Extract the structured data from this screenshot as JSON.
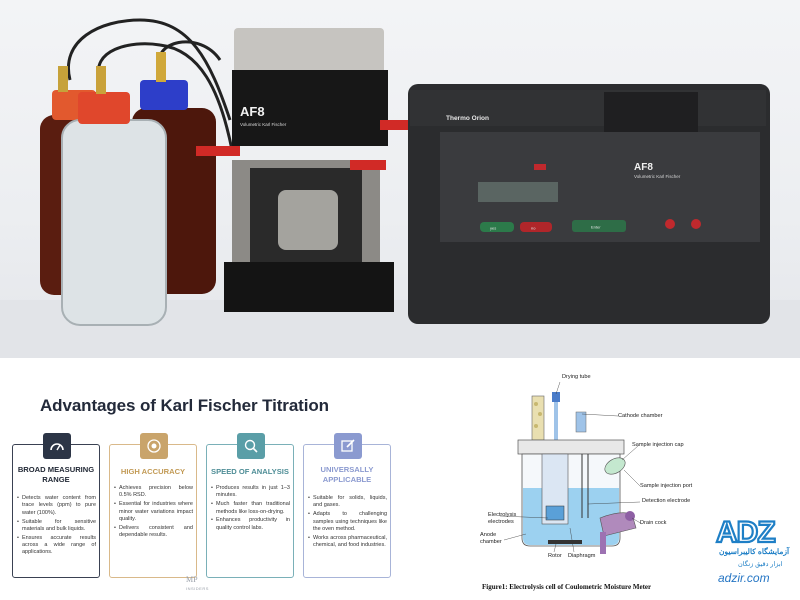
{
  "photo": {
    "instrument_label": "AF8",
    "instrument_sublabel": "Volumetric Karl Fischer",
    "brand": "Thermo Orion",
    "controller_label": "AF8",
    "controller_sublabel": "Volumetric Karl Fischer",
    "key_yes": "yes",
    "key_no": "no",
    "key_enter": "Enter"
  },
  "infographic": {
    "title": "Advantages of Karl Fischer Titration",
    "cards": [
      {
        "icon": "gauge-icon",
        "title": "BROAD MEASURING RANGE",
        "bullets": [
          "Detects water content from trace levels (ppm) to pure water (100%).",
          "Suitable for sensitive materials and bulk liquids.",
          "Ensures accurate results across a wide range of applications."
        ]
      },
      {
        "icon": "target-icon",
        "title": "HIGH ACCURACY",
        "bullets": [
          "Achieves precision below 0.5% RSD.",
          "Essential for industries where minor water variations impact quality.",
          "Delivers consistent and dependable results."
        ]
      },
      {
        "icon": "magnifier-icon",
        "title": "SPEED OF ANALYSIS",
        "bullets": [
          "Produces results in just 1–3 minutes.",
          "Much faster than traditional methods like loss-on-drying.",
          "Enhances productivity in quality control labs."
        ]
      },
      {
        "icon": "edit-icon",
        "title": "UNIVERSALLY APPLICABLE",
        "bullets": [
          "Suitable for solids, liquids, and gases.",
          "Adapts to challenging samples using techniques like the oven method.",
          "Works across pharmaceutical, chemical, and food industries."
        ]
      }
    ],
    "watermark": "MP",
    "watermark_sub": "INSIDERS"
  },
  "diagram": {
    "labels": {
      "drying_tube": "Drying tube",
      "cathode_chamber": "Cathode chamber",
      "sample_injection_cap": "Sample injection cap",
      "sample_injection_port": "Sample injection port",
      "detection_electrode": "Detection electrode",
      "electrolysis_electrodes": "Electrolysis\nelectrodes",
      "drain_cock": "Drain cock",
      "anode_chamber": "Anode\nchamber",
      "rotor": "Rotor",
      "diaphragm": "Diaphragm"
    },
    "caption": "Figure1: Electrolysis cell of Coulometric Moisture Meter"
  },
  "logo": {
    "mark": "ADZ",
    "persian_line1": "آزمایشگاه کالیبراسیون",
    "persian_line2": "ابزار دقیق زنگان",
    "url": "adzir.com"
  },
  "colors": {
    "card1": "#2c3546",
    "card2": "#c9a46b",
    "card3": "#5a9ea7",
    "card4": "#8b9ad0",
    "logo": "#1e7fc6"
  }
}
